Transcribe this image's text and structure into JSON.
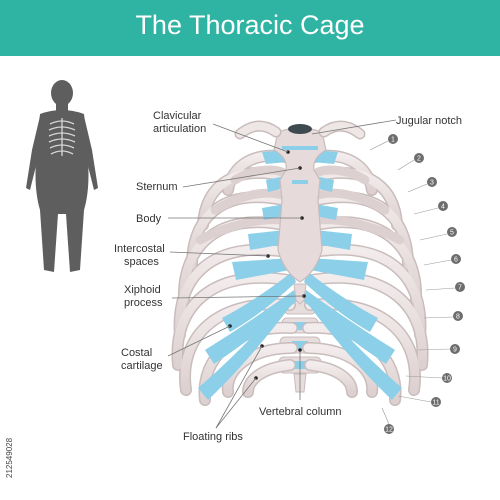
{
  "header": {
    "title": "The Thoracic Cage"
  },
  "labels": {
    "clavicular": [
      "Clavicular",
      "articulation"
    ],
    "jugular": "Jugular notch",
    "sternum": "Sternum",
    "body": "Body",
    "intercostal": [
      "Intercostal",
      "spaces"
    ],
    "xiphoid": [
      "Xiphoid",
      "process"
    ],
    "costal": [
      "Costal",
      "cartilage"
    ],
    "vertebral": "Vertebral column",
    "floating": "Floating ribs"
  },
  "rib_numbers": [
    "1",
    "2",
    "3",
    "4",
    "5",
    "6",
    "7",
    "8",
    "9",
    "10",
    "11",
    "12"
  ],
  "stock_id": "212549028",
  "colors": {
    "header": "#2fb3a3",
    "bone": "#ece2e2",
    "bone_outline": "#c9bcbc",
    "cartilage": "#8ccfe8",
    "silhouette": "#5e5e5e",
    "badge": "#6d6d6d"
  }
}
